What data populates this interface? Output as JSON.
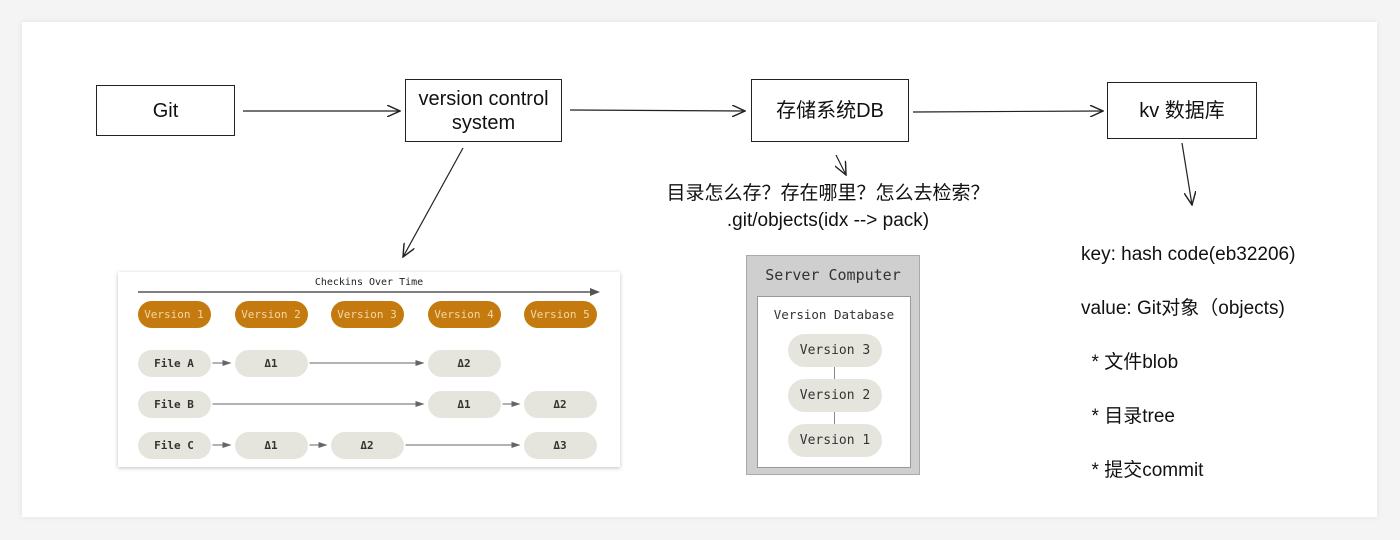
{
  "nodes": {
    "git": "Git",
    "vcs_line1": "version control",
    "vcs_line2": "system",
    "db": "存储系统DB",
    "kv": "kv 数据库"
  },
  "db_notes": {
    "line1": "目录怎么存？存在哪里？怎么去检索？",
    "line2": ".git/objects(idx --> pack)"
  },
  "kv_notes": [
    "key: hash code(eb32206)",
    "value: Git对象（objects)",
    "  * 文件blob",
    "  * 目录tree",
    "  * 提交commit"
  ],
  "checkins": {
    "title": "Checkins Over Time",
    "versions": [
      "Version 1",
      "Version 2",
      "Version 3",
      "Version 4",
      "Version 5"
    ],
    "rows": [
      {
        "file": "File A",
        "cells": [
          "Δ1",
          "",
          "",
          "Δ2",
          ""
        ]
      },
      {
        "file": "File B",
        "cells": [
          "",
          "",
          "",
          "Δ1",
          "Δ2"
        ]
      },
      {
        "file": "File C",
        "cells": [
          "Δ1",
          "Δ2",
          "",
          "",
          "Δ3"
        ]
      }
    ]
  },
  "server": {
    "title": "Server Computer",
    "db_title": "Version Database",
    "versions": [
      "Version 3",
      "Version 2",
      "Version 1"
    ]
  }
}
